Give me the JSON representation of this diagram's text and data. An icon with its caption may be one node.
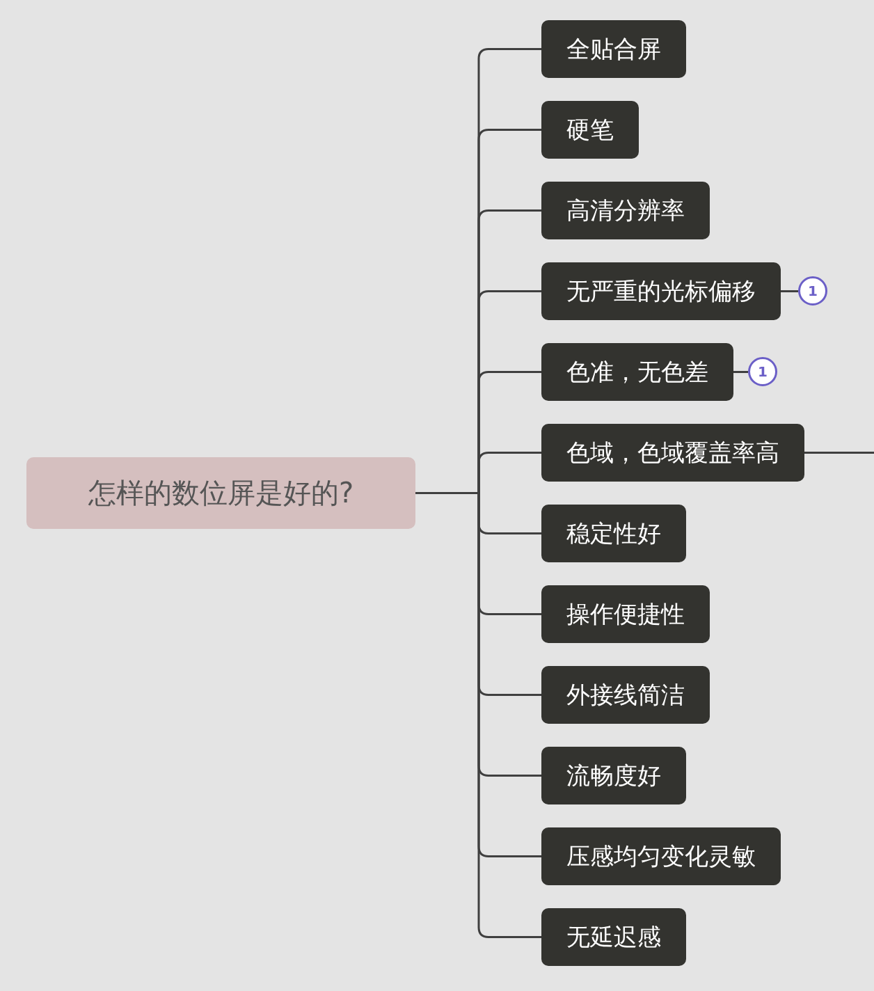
{
  "diagram": {
    "nodes": [
      {
        "text": [
          "怎样的数位屏是好的?"
        ]
      },
      {
        "text": [
          "全贴合屏"
        ]
      },
      {
        "text": [
          "硬笔"
        ]
      },
      {
        "text": [
          "高清分辨率"
        ]
      },
      {
        "text": [
          "无严重的光标偏移"
        ]
      },
      {
        "text": [
          "色准，无色差"
        ]
      },
      {
        "text": [
          "色域，色域覆盖率高"
        ]
      },
      {
        "text": [
          "稳定性好"
        ]
      },
      {
        "text": [
          "操作便捷性"
        ]
      },
      {
        "text": [
          "外接线简洁"
        ]
      },
      {
        "text": [
          "流畅度好"
        ]
      },
      {
        "text": [
          "压感均匀变化灵敏"
        ]
      },
      {
        "text": [
          "无延迟感"
        ]
      },
      {
        "text": [
          "1"
        ]
      },
      {
        "text": [
          "1"
        ]
      }
    ],
    "edges": [
      {
        "from": 0,
        "to": 1,
        "arrow": "none"
      },
      {
        "from": 0,
        "to": 2,
        "arrow": "none"
      },
      {
        "from": 0,
        "to": 3,
        "arrow": "none"
      },
      {
        "from": 0,
        "to": 4,
        "arrow": "none"
      },
      {
        "from": 0,
        "to": 5,
        "arrow": "none"
      },
      {
        "from": 0,
        "to": 6,
        "arrow": "none"
      },
      {
        "from": 0,
        "to": 7,
        "arrow": "none"
      },
      {
        "from": 0,
        "to": 8,
        "arrow": "none"
      },
      {
        "from": 0,
        "to": 9,
        "arrow": "none"
      },
      {
        "from": 0,
        "to": 10,
        "arrow": "none"
      },
      {
        "from": 0,
        "to": 11,
        "arrow": "none"
      },
      {
        "from": 0,
        "to": 12,
        "arrow": "none"
      },
      {
        "from": 4,
        "to": 13,
        "arrow": "none"
      },
      {
        "from": 5,
        "to": 14,
        "arrow": "none"
      },
      {
        "from": 6,
        "to": null,
        "arrow": "none"
      }
    ]
  }
}
